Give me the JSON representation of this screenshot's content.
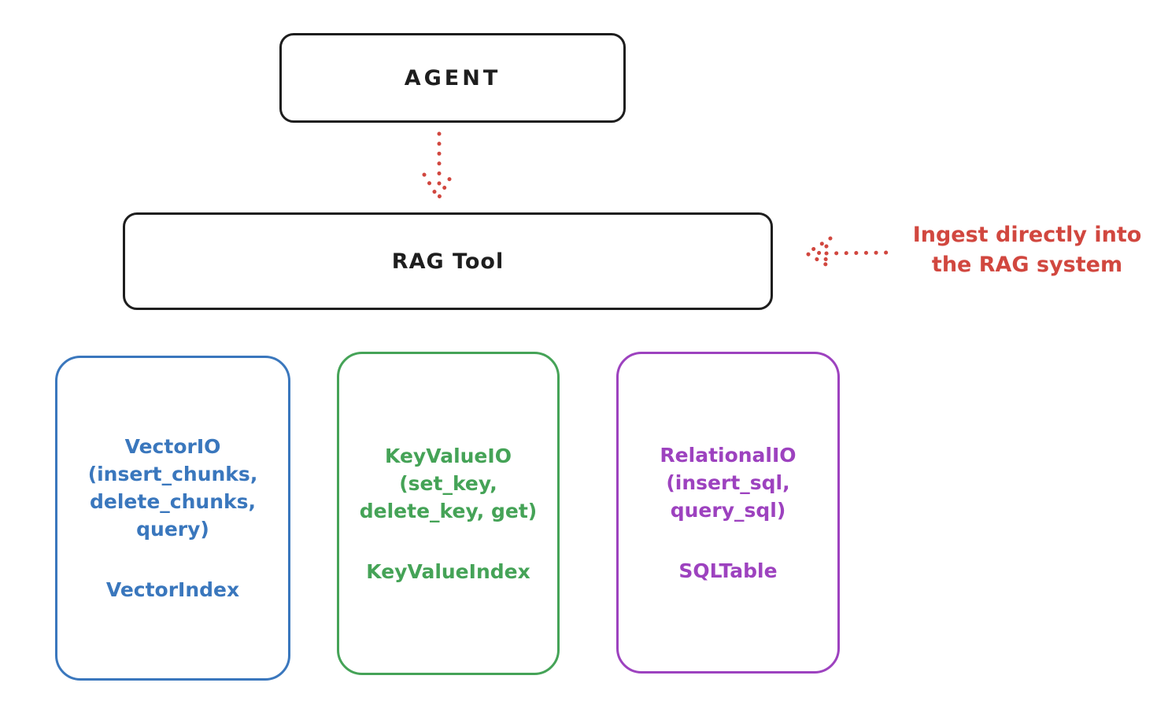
{
  "agent": {
    "label": "AGENT"
  },
  "rag_tool": {
    "label": "RAG Tool"
  },
  "annotation": {
    "lines": [
      "Ingest directly into",
      "the RAG system"
    ]
  },
  "nodes": [
    {
      "name": "vector-io",
      "lines": [
        "VectorIO",
        "(insert_chunks,",
        "delete_chunks,",
        "query)"
      ],
      "index_label": "VectorIndex",
      "color": "#3a77bd"
    },
    {
      "name": "key-value-io",
      "lines": [
        "KeyValueIO",
        "(set_key,",
        "delete_key, get)"
      ],
      "index_label": "KeyValueIndex",
      "color": "#45a357"
    },
    {
      "name": "relational-io",
      "lines": [
        "RelationalIO",
        "(insert_sql,",
        "query_sql)"
      ],
      "index_label": "SQLTable",
      "color": "#9d42bf"
    }
  ],
  "colors": {
    "ink": "#1e1e1e",
    "red": "#d1473f",
    "blue": "#3a77bd",
    "green": "#45a357",
    "purple": "#9d42bf",
    "background": "#ffffff"
  }
}
